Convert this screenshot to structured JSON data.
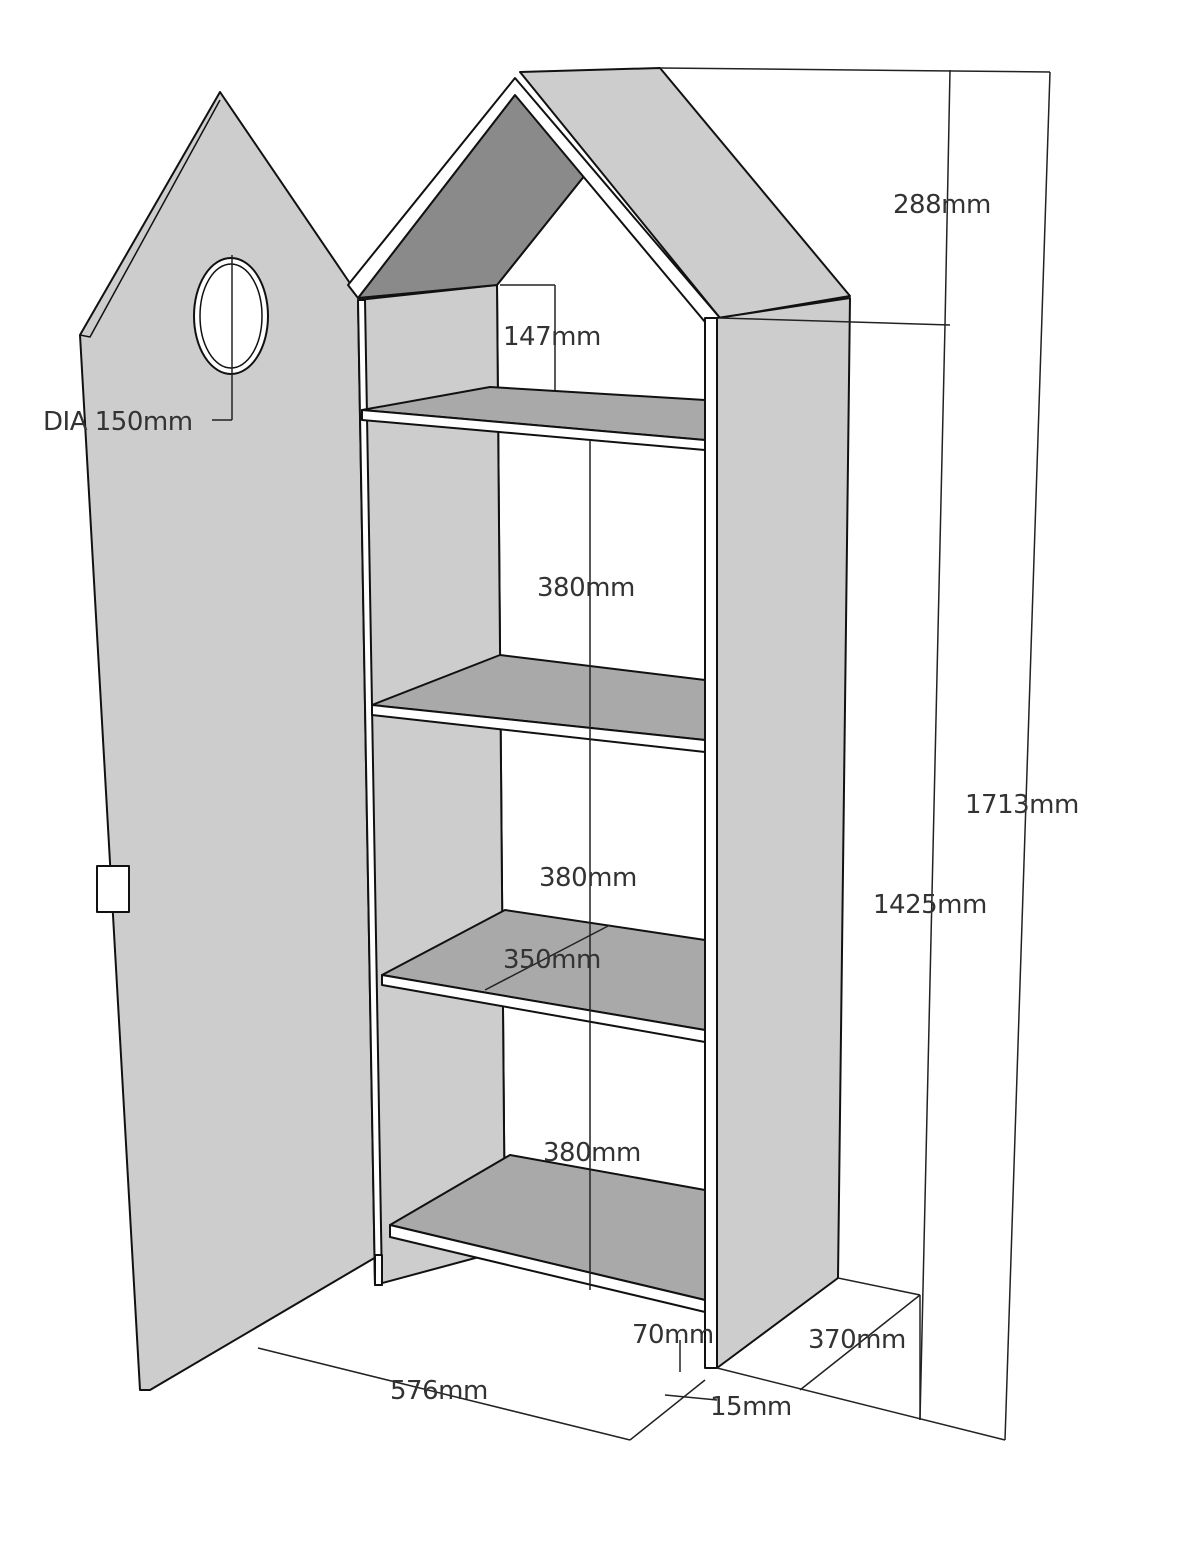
{
  "colors": {
    "panel": "#cdcdcd",
    "dark": "#8a8a8a",
    "shelf": "#a9a9a9",
    "line": "#111111"
  },
  "dimensions": {
    "roof_height": "288mm",
    "total_height": "1713mm",
    "body_height": "1425mm",
    "top_gap": "147mm",
    "shelf_gap_1": "380mm",
    "shelf_gap_2": "380mm",
    "shelf_gap_3": "380mm",
    "shelf_depth": "350mm",
    "window_diameter": "DIA 150mm",
    "width": "576mm",
    "depth": "370mm",
    "plinth": "70mm",
    "thickness": "15mm"
  }
}
